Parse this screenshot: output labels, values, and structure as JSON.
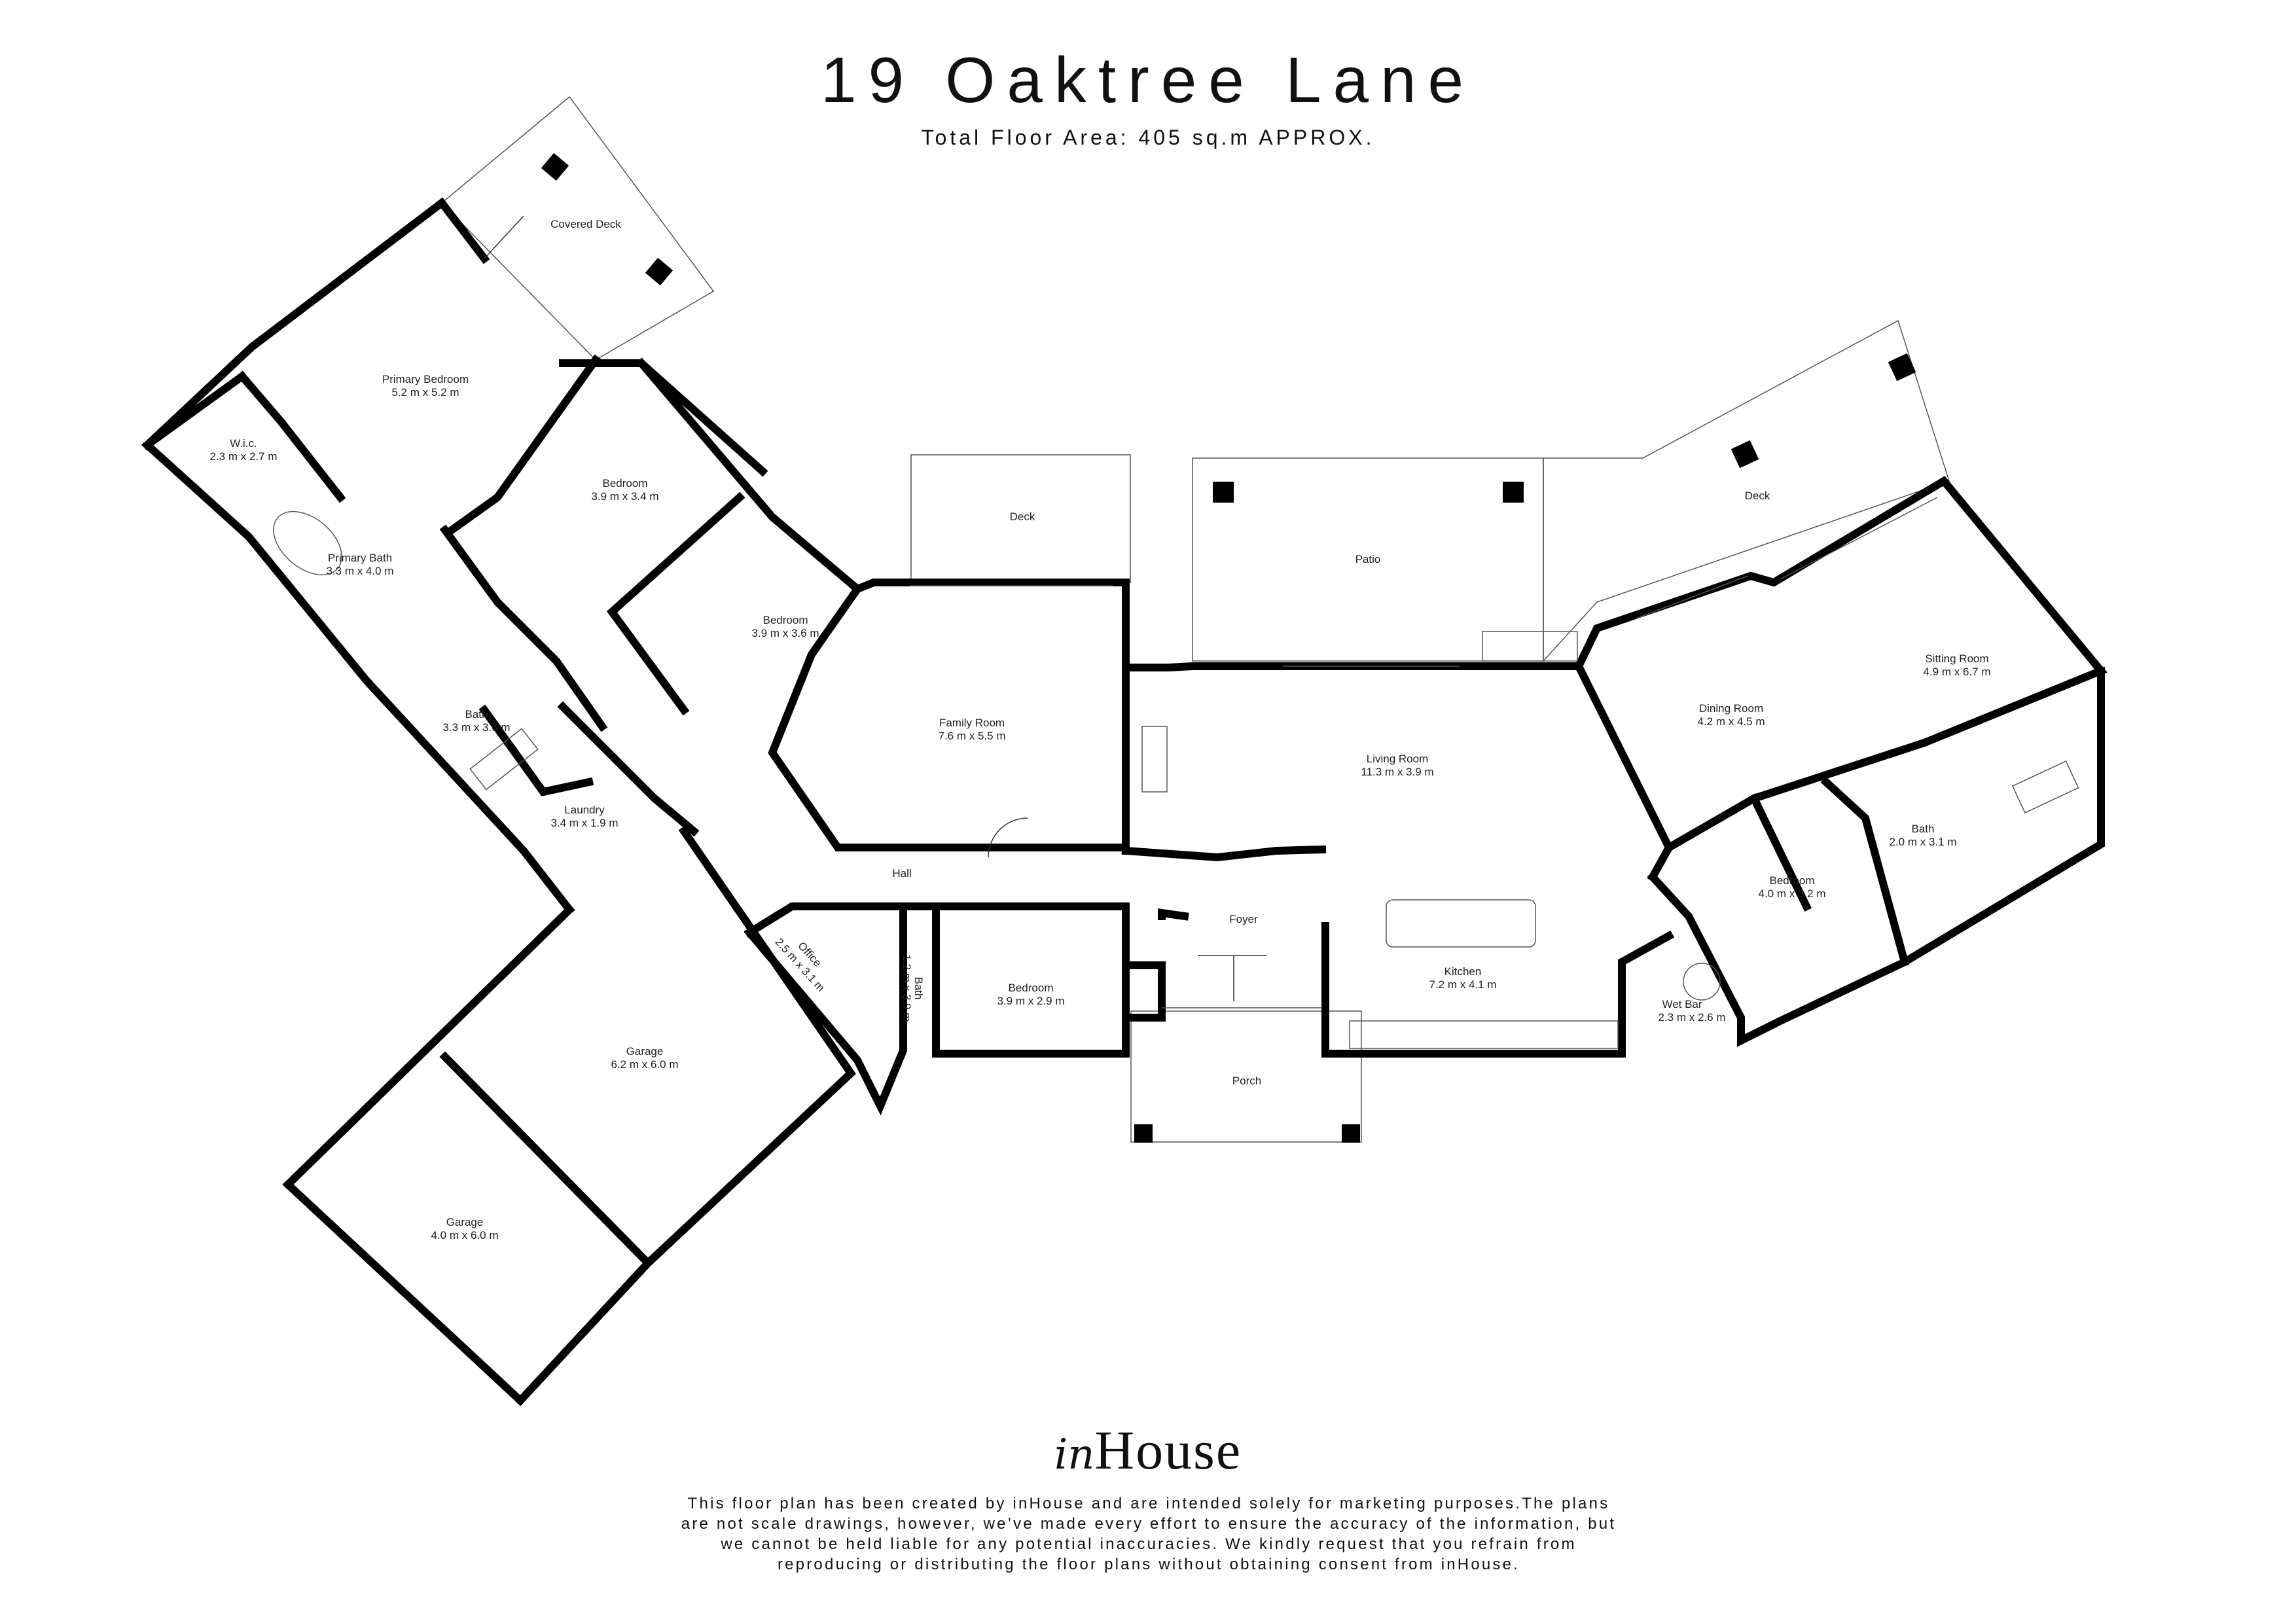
{
  "header": {
    "title": "19 Oaktree Lane",
    "subtitle": "Total Floor Area: 405 sq.m APPROX."
  },
  "rooms": {
    "covered_deck": {
      "name": "Covered Deck"
    },
    "primary_bedroom": {
      "name": "Primary Bedroom",
      "size": "5.2 m x 5.2 m"
    },
    "wic": {
      "name": "W.i.c.",
      "size": "2.3 m x 2.7 m"
    },
    "primary_bath": {
      "name": "Primary Bath",
      "size": "3.3 m x 4.0 m"
    },
    "bedroom_1": {
      "name": "Bedroom",
      "size": "3.9 m x 3.4 m"
    },
    "bedroom_2": {
      "name": "Bedroom",
      "size": "3.9 m x 3.6 m"
    },
    "bath_1": {
      "name": "Bath",
      "size": "3.3 m x 3.6 m"
    },
    "laundry": {
      "name": "Laundry",
      "size": "3.4 m x 1.9 m"
    },
    "deck_1": {
      "name": "Deck"
    },
    "family_room": {
      "name": "Family Room",
      "size": "7.6 m x 5.5 m"
    },
    "patio": {
      "name": "Patio"
    },
    "deck_2": {
      "name": "Deck"
    },
    "living_room": {
      "name": "Living Room",
      "size": "11.3 m x 3.9 m"
    },
    "dining_room": {
      "name": "Dining Room",
      "size": "4.2 m x 4.5 m"
    },
    "sitting_room": {
      "name": "Sitting Room",
      "size": "4.9 m x 6.7 m"
    },
    "bath_2": {
      "name": "Bath",
      "size": "2.0 m x 3.1 m"
    },
    "bedroom_3": {
      "name": "Bedroom",
      "size": "4.0 m x 3.2 m"
    },
    "wet_bar": {
      "name": "Wet Bar",
      "size": "2.3 m x 2.6 m"
    },
    "hall": {
      "name": "Hall"
    },
    "foyer": {
      "name": "Foyer"
    },
    "office": {
      "name": "Office",
      "size": "2.5 m x 3.1 m"
    },
    "bath_3": {
      "name": "Bath",
      "size": "1.2 m x 3.9 m"
    },
    "bedroom_4": {
      "name": "Bedroom",
      "size": "3.9 m x 2.9 m"
    },
    "kitchen": {
      "name": "Kitchen",
      "size": "7.2 m x 4.1 m"
    },
    "porch": {
      "name": "Porch"
    },
    "garage_1": {
      "name": "Garage",
      "size": "6.2 m x 6.0 m"
    },
    "garage_2": {
      "name": "Garage",
      "size": "4.0 m x 6.0 m"
    }
  },
  "logo": {
    "script": "in",
    "main": "House"
  },
  "disclaimer": "This floor plan has been created by inHouse and are intended solely for marketing purposes.The plans are not scale drawings, however, we’ve made every effort to ensure the accuracy of the information, but we cannot be held liable for any potential inaccuracies. We kindly request that you refrain from reproducing or distributing the floor plans without obtaining consent from inHouse."
}
